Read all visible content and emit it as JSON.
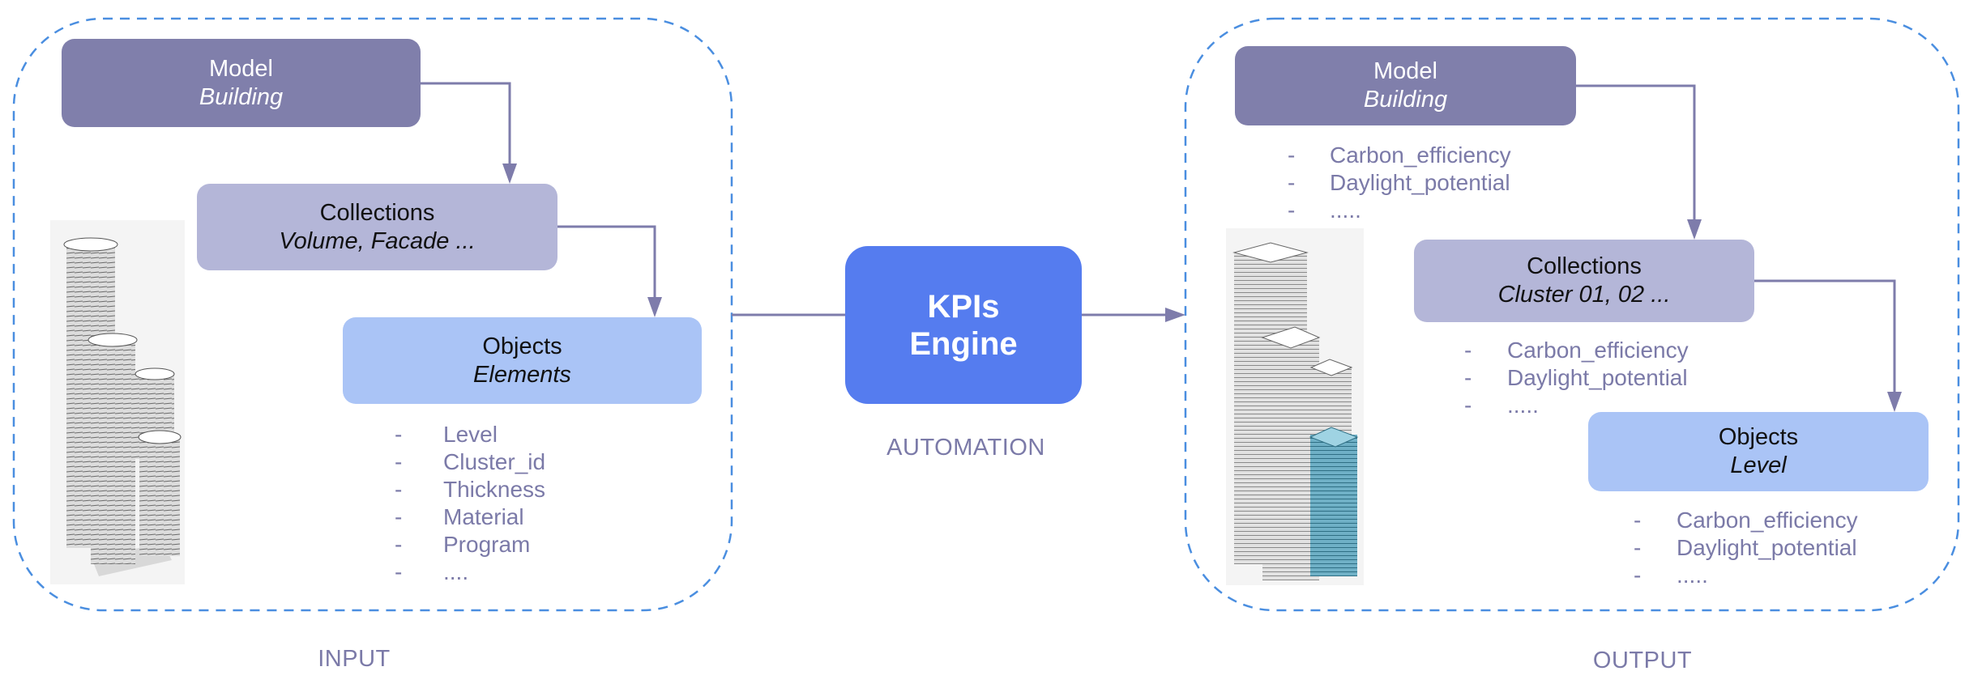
{
  "input": {
    "section_label": "INPUT",
    "model": {
      "title": "Model",
      "subtitle": "Building"
    },
    "collections": {
      "title": "Collections",
      "subtitle": "Volume, Facade ..."
    },
    "objects": {
      "title": "Objects",
      "subtitle": "Elements"
    },
    "object_attributes": [
      "Level",
      "Cluster_id",
      "Thickness",
      "Material",
      "Program",
      "...."
    ],
    "image": "building-towers-massing-grey"
  },
  "engine": {
    "line1": "KPIs",
    "line2": "Engine",
    "caption": "AUTOMATION"
  },
  "output": {
    "section_label": "OUTPUT",
    "model": {
      "title": "Model",
      "subtitle": "Building"
    },
    "model_kpis": [
      "Carbon_efficiency",
      "Daylight_potential",
      "....."
    ],
    "collections": {
      "title": "Collections",
      "subtitle": "Cluster 01, 02 ..."
    },
    "collection_kpis": [
      "Carbon_efficiency",
      "Daylight_potential",
      "....."
    ],
    "objects": {
      "title": "Objects",
      "subtitle": "Level"
    },
    "object_kpis": [
      "Carbon_efficiency",
      "Daylight_potential",
      "....."
    ],
    "image": "building-towers-massing-highlighted-cluster"
  },
  "list_bullet": "-",
  "colors": {
    "model": "#807fab",
    "collections": "#b4b6d8",
    "objects": "#aac4f6",
    "engine": "#557cef",
    "connector": "#7e7cab",
    "dashed_border": "#4a8ee0",
    "list_text": "#7b7aa8",
    "highlight_cluster": "#5aa5bd"
  }
}
